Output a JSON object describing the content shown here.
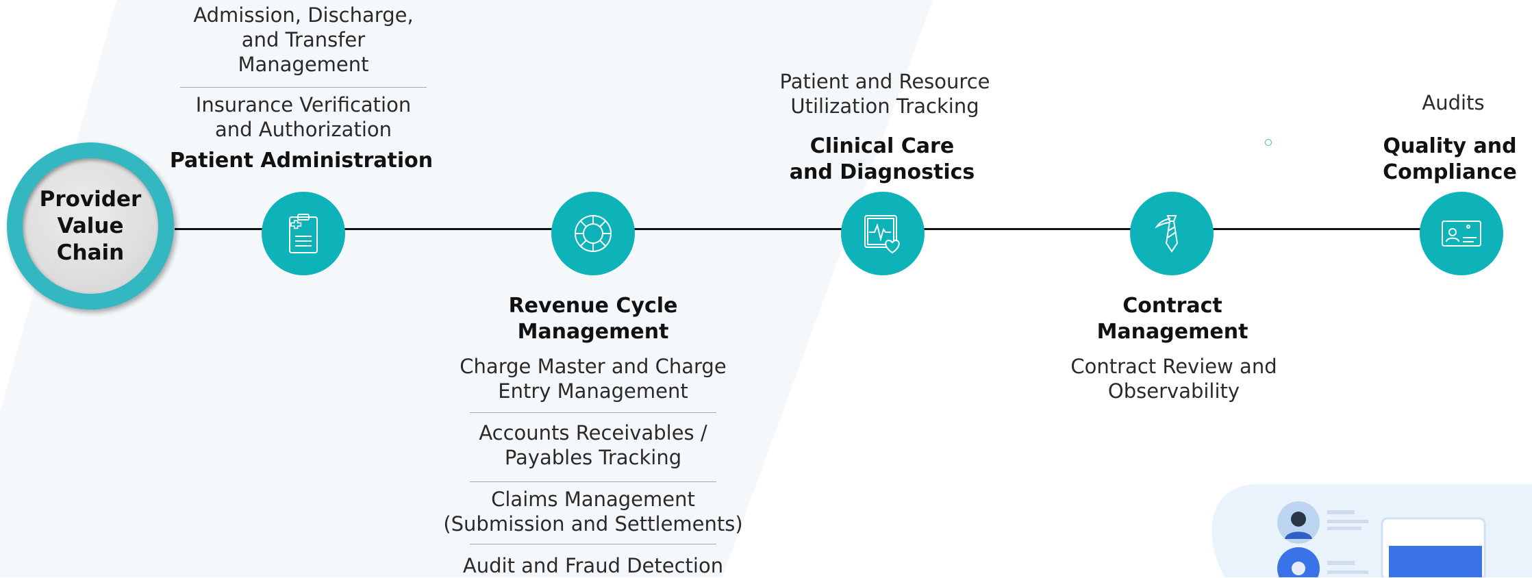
{
  "hub": {
    "label": "Provider\nValue\nChain"
  },
  "stages": [
    {
      "title": "Patient Administration",
      "icon": "clipboard-icon",
      "items": [
        "Admission, Discharge,\nand Transfer\nManagement",
        "Insurance Verification\nand Authorization"
      ]
    },
    {
      "title": "Revenue Cycle\nManagement",
      "icon": "lifebuoy-icon",
      "items": [
        "Charge Master and Charge\nEntry Management",
        "Accounts Receivables /\nPayables Tracking",
        "Claims Management\n(Submission and Settlements)",
        "Audit and Fraud Detection"
      ]
    },
    {
      "title": "Clinical Care\nand Diagnostics",
      "icon": "heart-monitor-icon",
      "items": [
        "Patient and Resource\nUtilization Tracking"
      ]
    },
    {
      "title": "Contract\nManagement",
      "icon": "necktie-icon",
      "items": [
        "Contract Review and\nObservability"
      ]
    },
    {
      "title": "Quality and\nCompliance",
      "icon": "id-card-icon",
      "items": [
        "Audits"
      ]
    }
  ],
  "colors": {
    "accent": "#0db3b9",
    "hub_ring": "#33b7c1",
    "bg_band": "#f5f8fb",
    "deco_bg": "#eaf3fb",
    "deco_blue": "#3a73e8"
  }
}
